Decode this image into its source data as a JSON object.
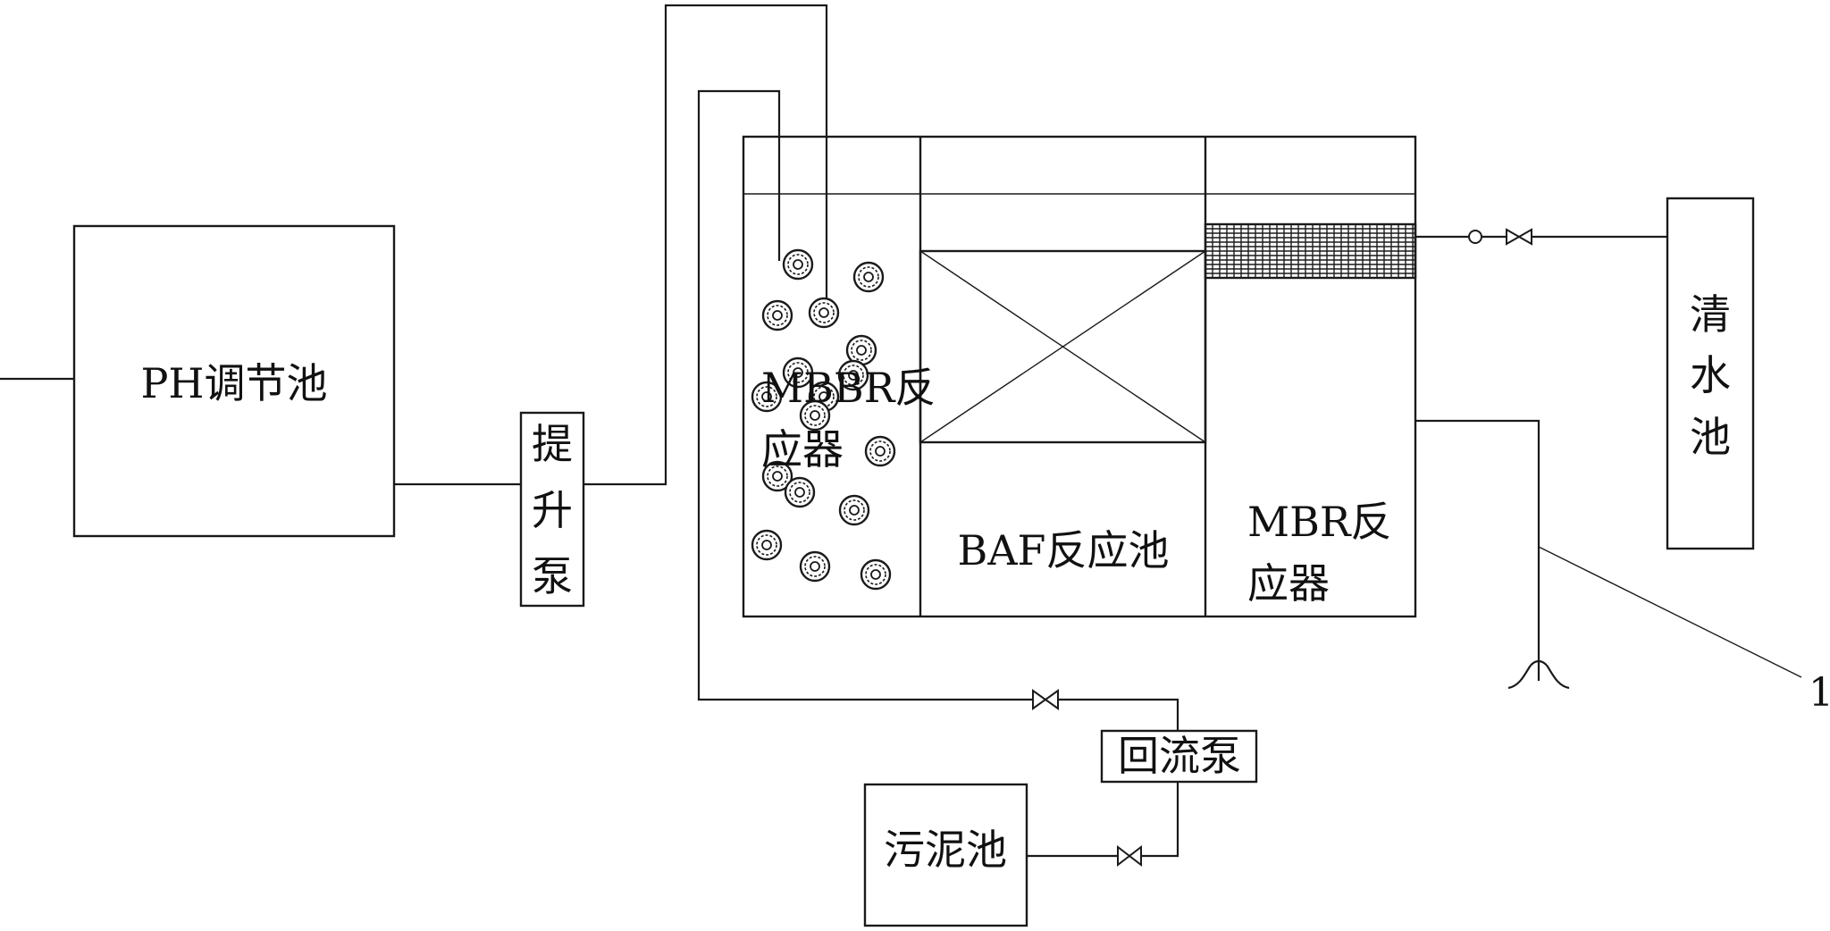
{
  "units": {
    "ph_tank": "PH调节池",
    "lift_pump": [
      "提",
      "升",
      "泵"
    ],
    "mbbr": [
      "MBBR反",
      "应器"
    ],
    "baf": "BAF反应池",
    "mbr": [
      "MBR反",
      "应器"
    ],
    "clean_tank": [
      "清",
      "水",
      "池"
    ],
    "return_pump": "回流泵",
    "sludge_tank": "污泥池"
  },
  "callouts": {
    "ref_1": "1"
  },
  "carrier_count": 17
}
